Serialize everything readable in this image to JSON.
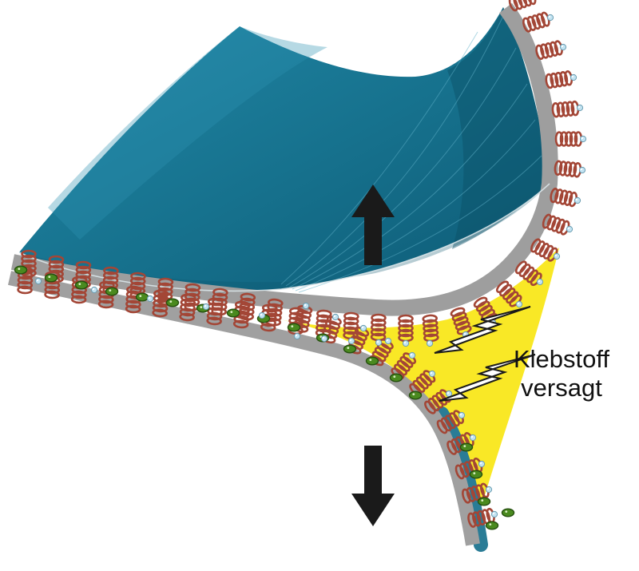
{
  "diagram": {
    "labels": {
      "failure_line1": "Klebstoff",
      "failure_line2": "versagt"
    },
    "icons": {
      "up_arrow": "upward peel force arrow",
      "down_arrow": "downward peel force arrow",
      "spring_coil": "polymer coil",
      "bead": "green bead particle",
      "tip_dot": "blue end-group dot",
      "crack": "failure crack flash"
    },
    "colors": {
      "substrate_top": "#1b7e9c",
      "substrate_layer": "#9e9e9e",
      "adhesive": "#f9e826",
      "polymer_coil": "#a34636",
      "bead": "#4a8a1f",
      "tip_dot": "#c2e3f2",
      "arrow": "#1a1a1a"
    }
  }
}
